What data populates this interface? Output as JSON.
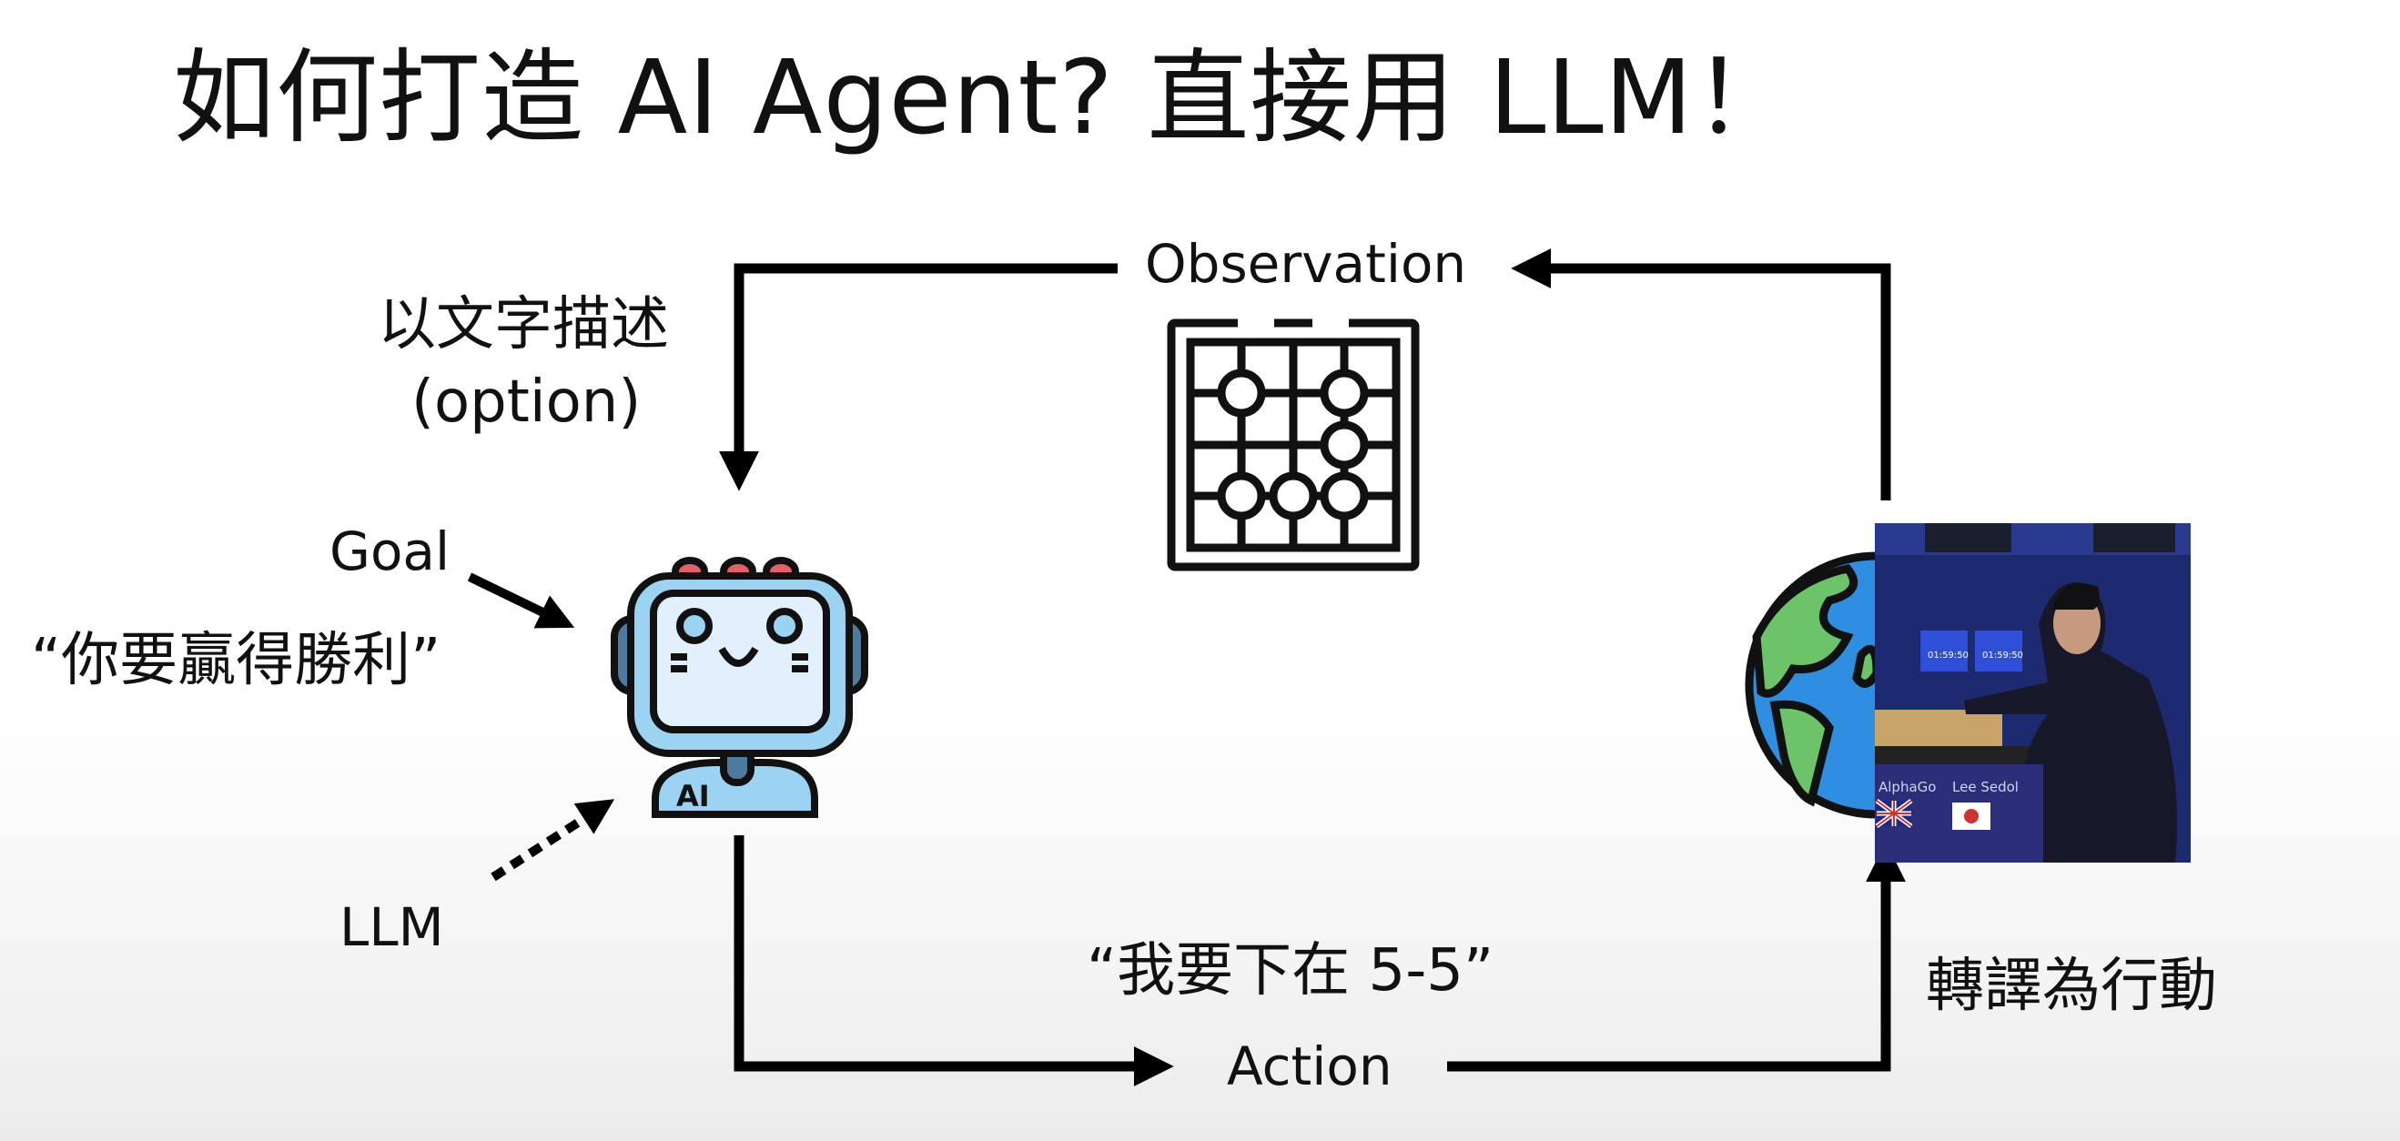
{
  "title": "如何打造 AI Agent? 直接用 LLM！",
  "observation": {
    "label": "Observation",
    "note_line1": "以文字描述",
    "note_line2": "(option)"
  },
  "agent": {
    "goal_label": "Goal",
    "goal_text": "“你要贏得勝利”",
    "llm_label": "LLM",
    "robot_badge": "AI"
  },
  "action": {
    "label": "Action",
    "utterance": "“我要下在 5-5”",
    "translate_label": "轉譯為行動"
  },
  "environment": {
    "photo_left_name": "AlphaGo",
    "photo_right_name": "Lee Sedol",
    "clock_left": "01:59:50",
    "clock_right": "01:59:50"
  },
  "colors": {
    "robot_body": "#9dd3f2",
    "robot_screen": "#e1f0fc",
    "robot_ears": "#4f7aa0",
    "robot_lights": "#e0606c",
    "globe_ocean": "#2f8ee0",
    "globe_land": "#6cc36a",
    "photo_bg": "#1d2a6e"
  },
  "icons": [
    "go-board-icon",
    "robot-icon",
    "globe-icon"
  ]
}
